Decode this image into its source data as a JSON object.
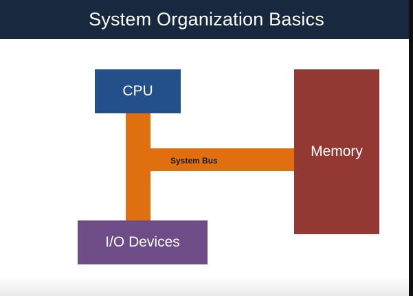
{
  "slide": {
    "title": "System Organization Basics"
  },
  "diagram": {
    "cpu_label": "CPU",
    "memory_label": "Memory",
    "io_label": "I/O Devices",
    "bus_label": "System Bus"
  },
  "colors": {
    "header_background": "#17283f",
    "cpu": "#23508a",
    "memory": "#943834",
    "io_devices": "#6e4c87",
    "system_bus": "#e0700f"
  }
}
